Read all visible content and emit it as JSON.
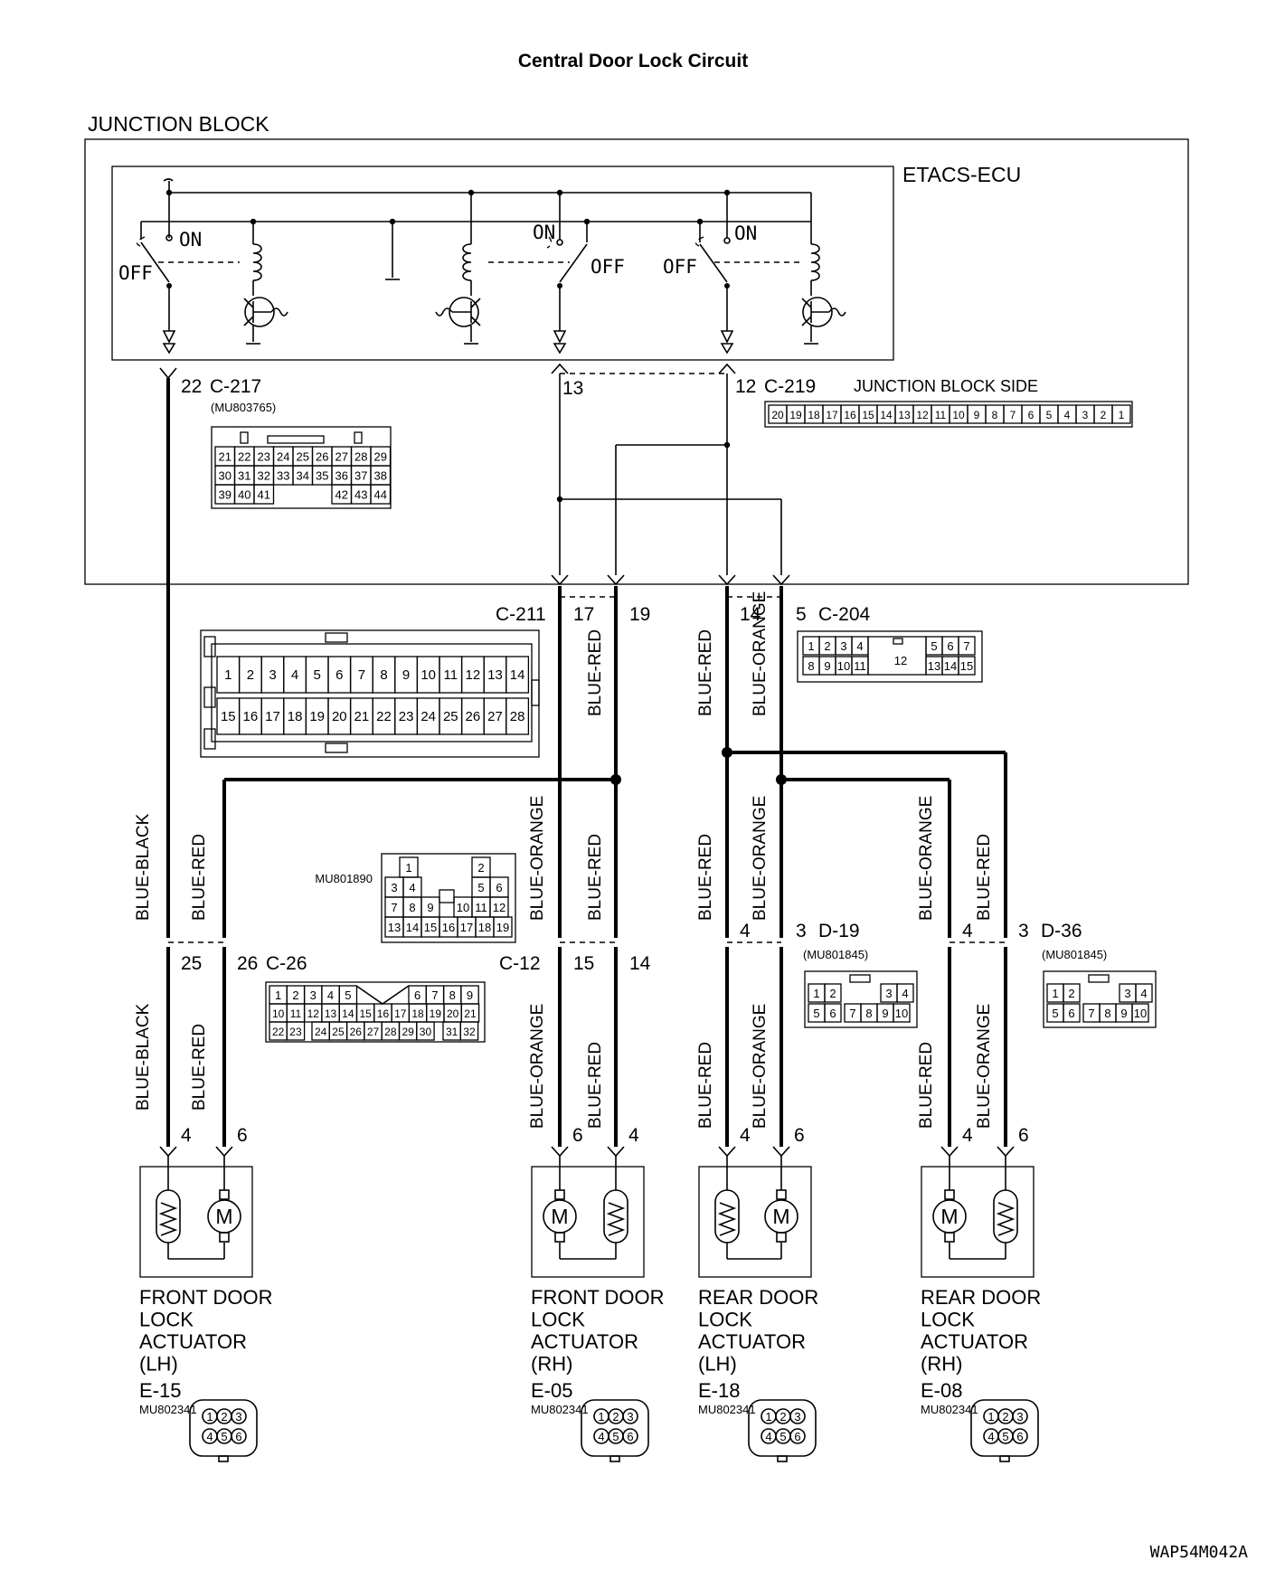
{
  "title": "Central Door Lock Circuit",
  "junction_block": "JUNCTION BLOCK",
  "ecu": "ETACS-ECU",
  "relay_labels": {
    "on": "ON",
    "off": "OFF"
  },
  "jb_side": "JUNCTION BLOCK SIDE",
  "conn_c217": {
    "pin": "22",
    "name": "C-217",
    "part": "(MU803765)",
    "rows": [
      [
        "21",
        "22",
        "23",
        "24",
        "25",
        "26",
        "27",
        "28",
        "29"
      ],
      [
        "30",
        "31",
        "32",
        "33",
        "34",
        "35",
        "36",
        "37",
        "38"
      ],
      [
        "39",
        "40",
        "41",
        "",
        "",
        "",
        "42",
        "43",
        "44"
      ]
    ]
  },
  "conn_c219": {
    "pin_a": "13",
    "pin_b": "12",
    "name": "C-219",
    "cells": [
      "20",
      "19",
      "18",
      "17",
      "16",
      "15",
      "14",
      "13",
      "12",
      "11",
      "10",
      "9",
      "8",
      "7",
      "6",
      "5",
      "4",
      "3",
      "2",
      "1"
    ]
  },
  "conn_c211": {
    "name": "C-211",
    "pin_a": "17",
    "pin_b": "19",
    "rows": [
      [
        "1",
        "2",
        "3",
        "4",
        "5",
        "6",
        "7",
        "8",
        "9",
        "10",
        "11",
        "12",
        "13",
        "14"
      ],
      [
        "15",
        "16",
        "17",
        "18",
        "19",
        "20",
        "21",
        "22",
        "23",
        "24",
        "25",
        "26",
        "27",
        "28"
      ]
    ]
  },
  "conn_c204": {
    "pin_a": "14",
    "pin_b": "5",
    "name": "C-204",
    "rows": [
      [
        "1",
        "2",
        "3",
        "4",
        "5",
        "6",
        "7"
      ],
      [
        "8",
        "9",
        "10",
        "11",
        "13",
        "14",
        "15"
      ]
    ],
    "center": "12"
  },
  "conn_mu801890": {
    "part": "MU801890",
    "rows": [
      [
        "1",
        "2"
      ],
      [
        "3",
        "4",
        "5",
        "6"
      ],
      [
        "7",
        "8",
        "9",
        "10",
        "11",
        "12"
      ],
      [
        "13",
        "14",
        "15",
        "16",
        "17",
        "18",
        "19"
      ]
    ]
  },
  "conn_c26": {
    "pin_a": "25",
    "pin_b": "26",
    "name": "C-26",
    "rows": [
      [
        "1",
        "2",
        "3",
        "4",
        "5",
        "6",
        "7",
        "8",
        "9"
      ],
      [
        "10",
        "11",
        "12",
        "13",
        "14",
        "15",
        "16",
        "17",
        "18",
        "19",
        "20",
        "21"
      ],
      [
        "22",
        "23",
        "24",
        "25",
        "26",
        "27",
        "28",
        "29",
        "30",
        "31",
        "32"
      ]
    ]
  },
  "conn_c12": {
    "name": "C-12",
    "pin_a": "15",
    "pin_b": "14"
  },
  "conn_d19": {
    "pin_a": "4",
    "pin_b": "3",
    "name": "D-19",
    "part": "(MU801845)",
    "rows": [
      [
        "1",
        "2",
        "3",
        "4"
      ],
      [
        "5",
        "6",
        "7",
        "8",
        "9",
        "10"
      ]
    ]
  },
  "conn_d36": {
    "pin_a": "4",
    "pin_b": "3",
    "name": "D-36",
    "part": "(MU801845)",
    "rows": [
      [
        "1",
        "2",
        "3",
        "4"
      ],
      [
        "5",
        "6",
        "7",
        "8",
        "9",
        "10"
      ]
    ]
  },
  "wires": {
    "blue_black": "BLUE-BLACK",
    "blue_red": "BLUE-RED",
    "blue_orange": "BLUE-ORANGE"
  },
  "motor_symbol": "M",
  "actuators": [
    {
      "pins": [
        "4",
        "6"
      ],
      "l1": "FRONT DOOR",
      "l2": "LOCK",
      "l3": "ACTUATOR",
      "l4": "(LH)",
      "conn": "E-15",
      "part": "MU802341"
    },
    {
      "pins": [
        "6",
        "4"
      ],
      "l1": "FRONT DOOR",
      "l2": "LOCK",
      "l3": "ACTUATOR",
      "l4": "(RH)",
      "conn": "E-05",
      "part": "MU802341"
    },
    {
      "pins": [
        "4",
        "6"
      ],
      "l1": "REAR DOOR",
      "l2": "LOCK",
      "l3": "ACTUATOR",
      "l4": "(LH)",
      "conn": "E-18",
      "part": "MU802341"
    },
    {
      "pins": [
        "4",
        "6"
      ],
      "l1": "REAR DOOR",
      "l2": "LOCK",
      "l3": "ACTUATOR",
      "l4": "(RH)",
      "conn": "E-08",
      "part": "MU802341"
    }
  ],
  "e_conn_pins": [
    [
      "1",
      "2",
      "3"
    ],
    [
      "4",
      "5",
      "6"
    ]
  ],
  "footer": "WAP54M042A"
}
